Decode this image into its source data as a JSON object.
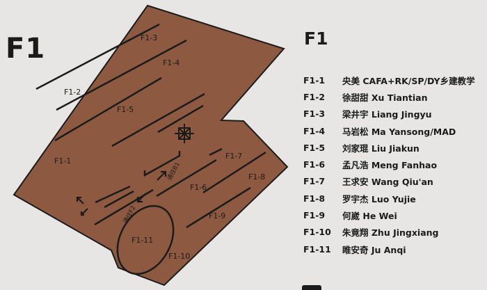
{
  "floor": "F1",
  "colors": {
    "background": "#e7e6e4",
    "floor_fill": "#8d5a41",
    "outline": "#1b1b1b"
  },
  "map": {
    "zones": [
      {
        "id": "F1-1",
        "label": "F1-1"
      },
      {
        "id": "F1-2",
        "label": "F1-2"
      },
      {
        "id": "F1-3",
        "label": "F1-3"
      },
      {
        "id": "F1-4",
        "label": "F1-4"
      },
      {
        "id": "F1-5",
        "label": "F1-5"
      },
      {
        "id": "F1-6",
        "label": "F1-6"
      },
      {
        "id": "F1-7",
        "label": "F1-7"
      },
      {
        "id": "F1-8",
        "label": "F1-8"
      },
      {
        "id": "F1-9",
        "label": "F1-9"
      },
      {
        "id": "F1-10",
        "label": "F1-10"
      },
      {
        "id": "F1-11",
        "label": "F1-11"
      }
    ],
    "to_b1_label": "通往B1",
    "to_f2_label": "通往F2"
  },
  "legend": [
    {
      "code": "F1-1",
      "name": "央美 CAFA+RK/SP/DY乡建教学"
    },
    {
      "code": "F1-2",
      "name": "徐甜甜 Xu Tiantian"
    },
    {
      "code": "F1-3",
      "name": "梁井宇 Liang Jingyu"
    },
    {
      "code": "F1-4",
      "name": "马岩松 Ma Yansong/MAD"
    },
    {
      "code": "F1-5",
      "name": "刘家琨 Liu Jiakun"
    },
    {
      "code": "F1-6",
      "name": "孟凡浩 Meng Fanhao"
    },
    {
      "code": "F1-7",
      "name": "王求安 Wang Qiu'an"
    },
    {
      "code": "F1-8",
      "name": "罗宇杰 Luo Yujie"
    },
    {
      "code": "F1-9",
      "name": "何崴 He Wei"
    },
    {
      "code": "F1-10",
      "name": "朱竟翔 Zhu Jingxiang"
    },
    {
      "code": "F1-11",
      "name": "睢安奇 Ju Anqi"
    }
  ]
}
